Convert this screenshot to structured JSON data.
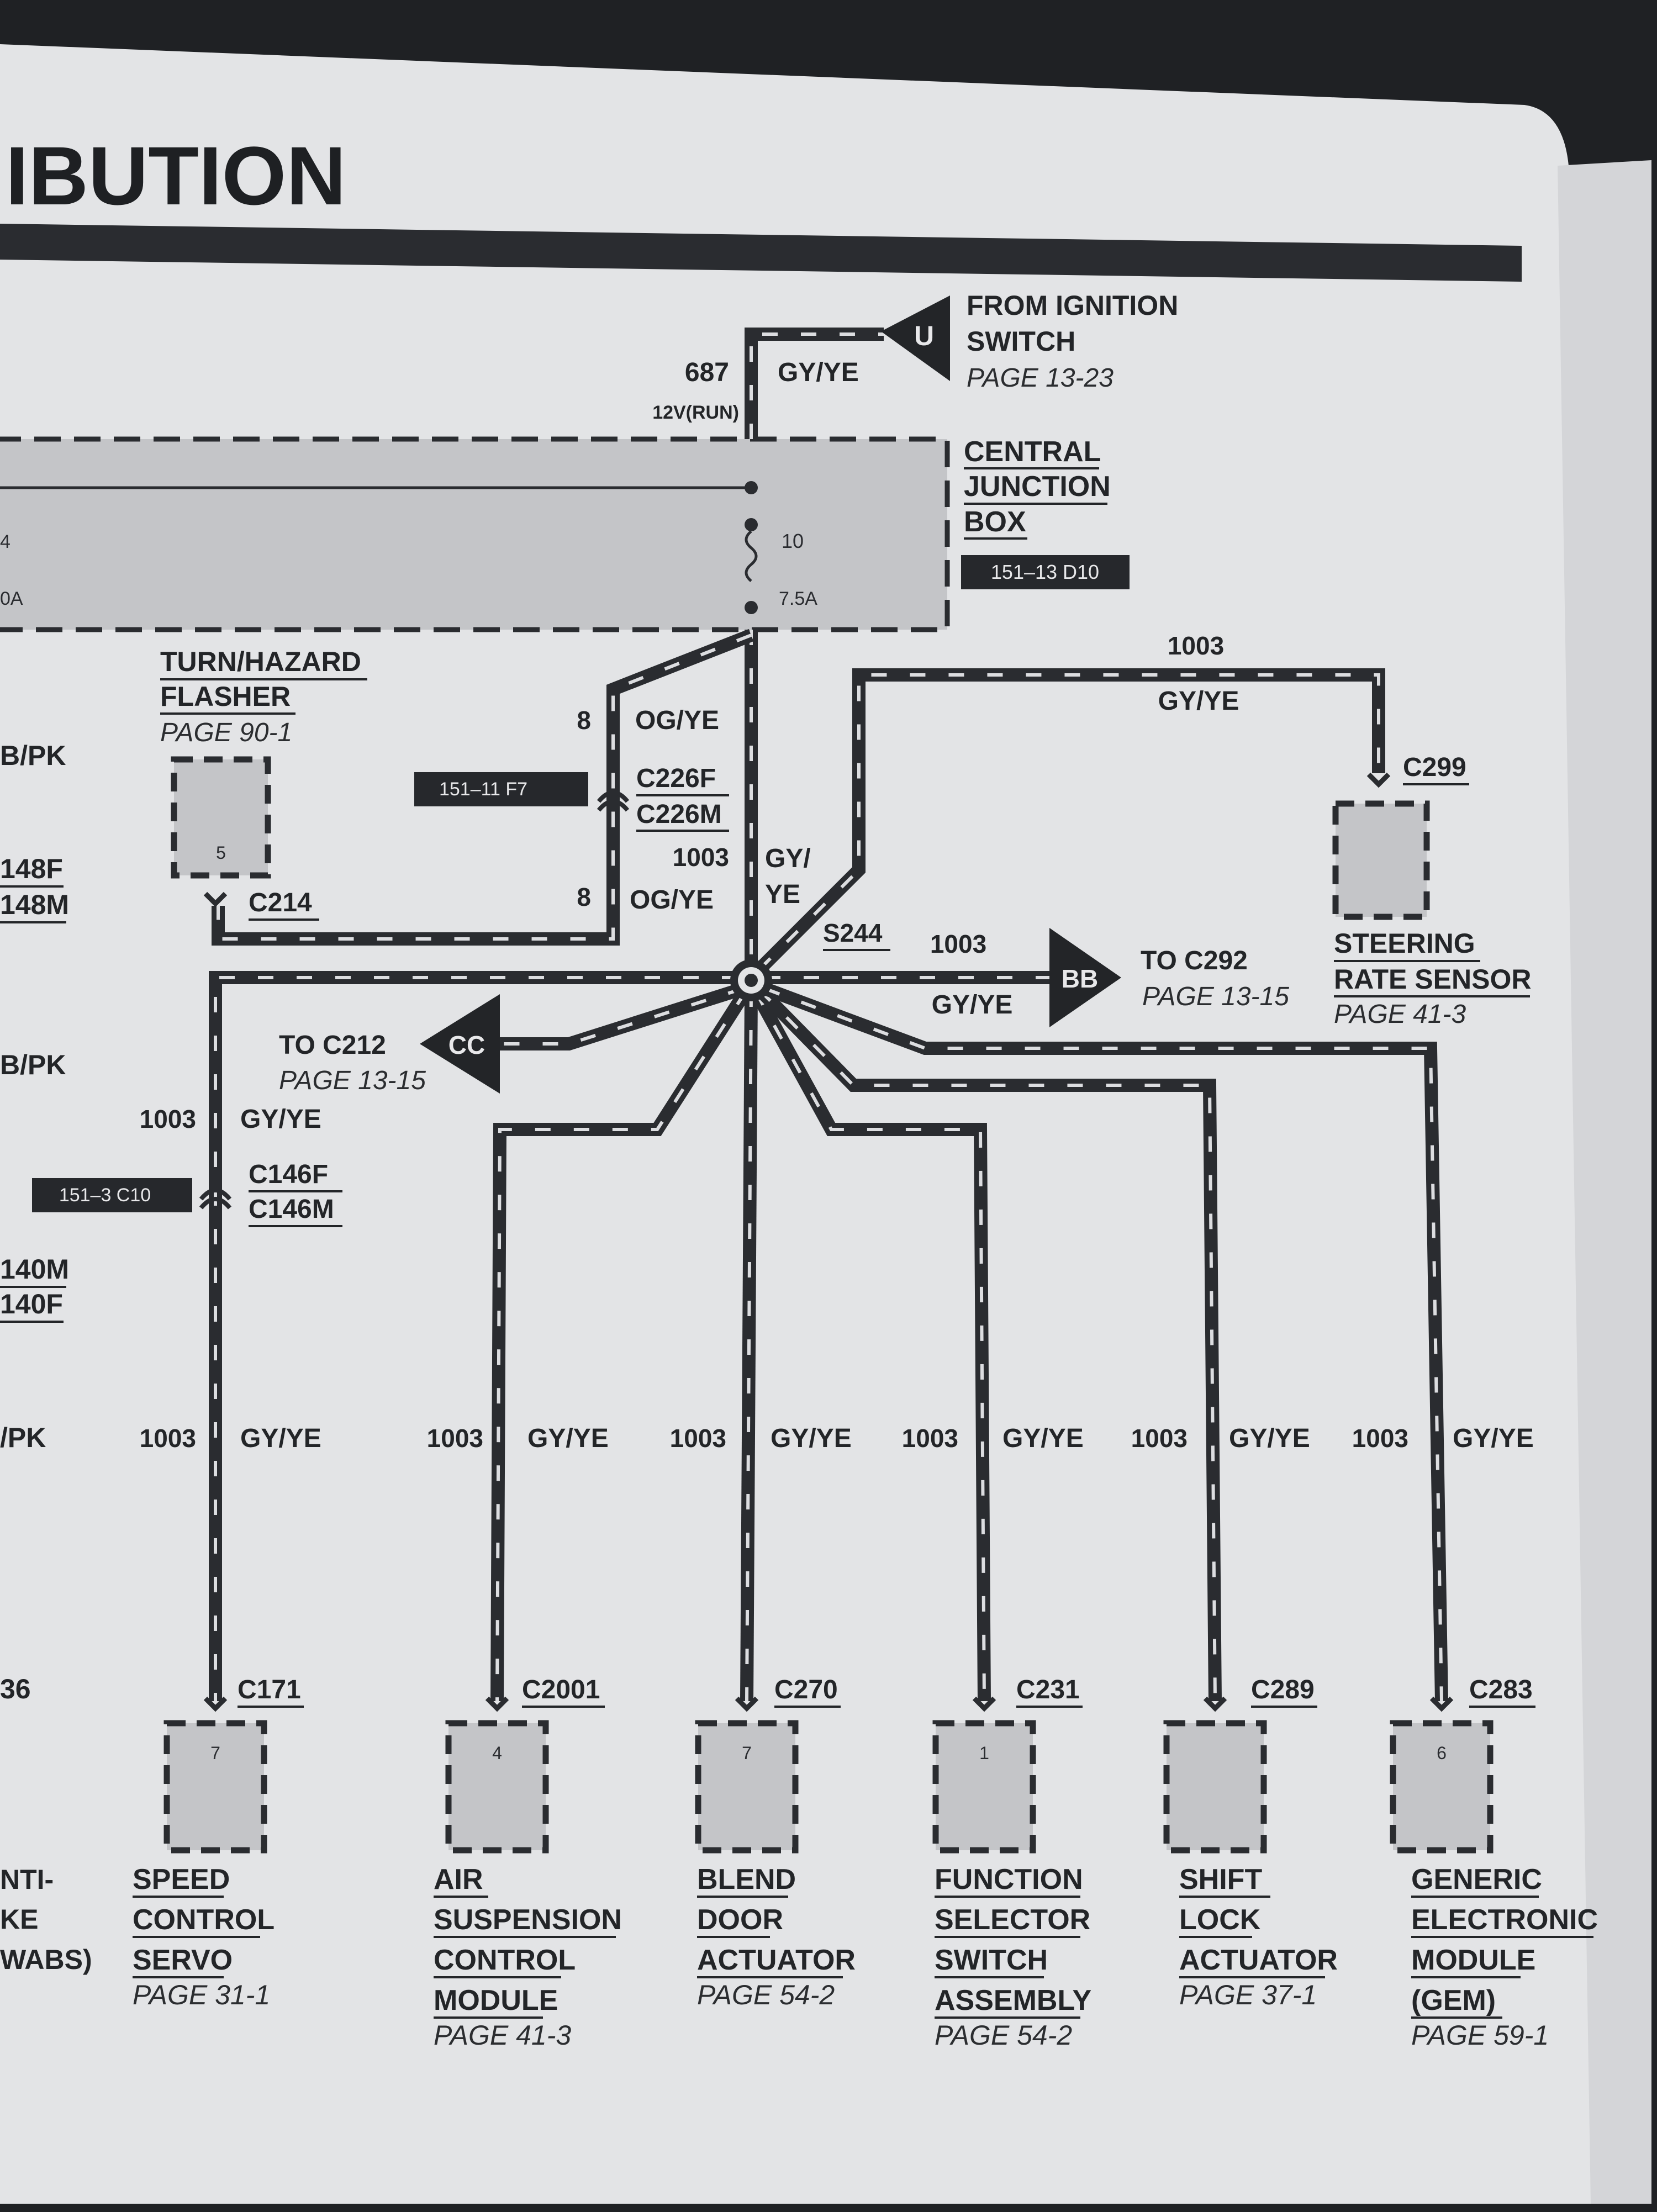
{
  "header": {
    "title": "IBUTION"
  },
  "source": {
    "label_line1": "FROM IGNITION",
    "label_line2": "SWITCH",
    "page_ref": "PAGE 13-23",
    "connector_letter": "U",
    "circuit": "687",
    "color": "GY/YE",
    "voltage": "12V(RUN)"
  },
  "junction_box": {
    "label_line1": "CENTRAL",
    "label_line2": "JUNCTION",
    "label_line3": "BOX",
    "ref": "151–13  D10",
    "fuse_number": "10",
    "fuse_rating": "7.5A",
    "left_cut_number": "4",
    "left_cut_rating": "0A"
  },
  "flasher": {
    "label_line1": "TURN/HAZARD",
    "label_line2": "FLASHER",
    "page_ref": "PAGE 90-1",
    "pin": "5",
    "connector": "C214"
  },
  "og_circuit": {
    "circuit_top": "8",
    "color_top": "OG/YE",
    "circuit_bottom": "8",
    "color_bottom": "OG/YE",
    "connector_f": "C226F",
    "connector_m": "C226M",
    "ref": "151–11  F7"
  },
  "trunk": {
    "circuit": "1003",
    "color_line1": "GY/",
    "color_line2": "YE",
    "splice": "S244"
  },
  "steering": {
    "circuit": "1003",
    "color": "GY/YE",
    "connector": "C299",
    "label_line1": "STEERING",
    "label_line2": "RATE SENSOR",
    "page_ref": "PAGE 41-3"
  },
  "to_c292": {
    "letter": "BB",
    "circuit": "1003",
    "color": "GY/YE",
    "label": "TO C292",
    "page_ref": "PAGE 13-15"
  },
  "to_c212": {
    "letter": "CC",
    "label": "TO C212",
    "page_ref": "PAGE 13-15"
  },
  "speed_branch": {
    "circuit": "1003",
    "color": "GY/YE",
    "connector_f": "C146F",
    "connector_m": "C146M",
    "ref": "151–3  C10"
  },
  "left_edge": {
    "t1": "B/PK",
    "t2": "148F",
    "t3": "148M",
    "t4": "B/PK",
    "t5": "140M",
    "t6": "140F",
    "t7": "/PK",
    "t8": "36",
    "t9": "NTI-",
    "t10": "KE",
    "t11": "WABS)"
  },
  "components": [
    {
      "circuit": "1003",
      "color": "GY/YE",
      "connector": "C171",
      "pin": "7",
      "label_line1": "SPEED",
      "label_line2": "CONTROL",
      "label_line3": "SERVO",
      "label_line4": "",
      "page_ref": "PAGE 31-1"
    },
    {
      "circuit": "1003",
      "color": "GY/YE",
      "connector": "C2001",
      "pin": "4",
      "label_line1": "AIR",
      "label_line2": "SUSPENSION",
      "label_line3": "CONTROL",
      "label_line4": "MODULE",
      "page_ref": "PAGE 41-3"
    },
    {
      "circuit": "1003",
      "color": "GY/YE",
      "connector": "C270",
      "pin": "7",
      "label_line1": "BLEND",
      "label_line2": "DOOR",
      "label_line3": "ACTUATOR",
      "label_line4": "",
      "page_ref": "PAGE 54-2"
    },
    {
      "circuit": "1003",
      "color": "GY/YE",
      "connector": "C231",
      "pin": "1",
      "label_line1": "FUNCTION",
      "label_line2": "SELECTOR",
      "label_line3": "SWITCH",
      "label_line4": "ASSEMBLY",
      "page_ref": "PAGE 54-2"
    },
    {
      "circuit": "1003",
      "color": "GY/YE",
      "connector": "C289",
      "pin": "",
      "label_line1": "SHIFT",
      "label_line2": "LOCK",
      "label_line3": "ACTUATOR",
      "label_line4": "",
      "page_ref": "PAGE 37-1"
    },
    {
      "circuit": "1003",
      "color": "GY/YE",
      "connector": "C283",
      "pin": "6",
      "label_line1": "GENERIC",
      "label_line2": "ELECTRONIC",
      "label_line3": "MODULE",
      "label_line4": "(GEM)",
      "page_ref": "PAGE 59-1"
    }
  ]
}
